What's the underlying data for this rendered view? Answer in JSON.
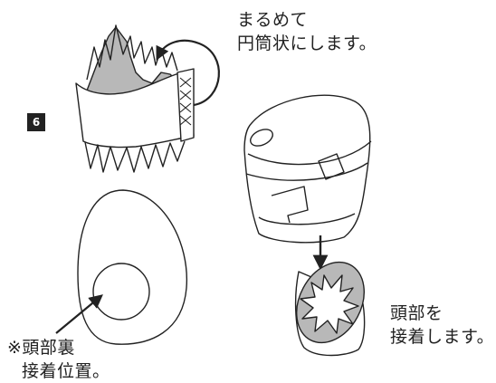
{
  "step": {
    "number": "6"
  },
  "captions": {
    "roll_line1": "まるめて",
    "roll_line2": "円筒状にします。",
    "attach_line1": "頭部を",
    "attach_line2": "接着します。",
    "position_line1": "※頭部裏",
    "position_line2": "接着位置。"
  },
  "colors": {
    "line": "#222222",
    "fill_gray": "#b8b8b8",
    "paper": "#ffffff"
  }
}
